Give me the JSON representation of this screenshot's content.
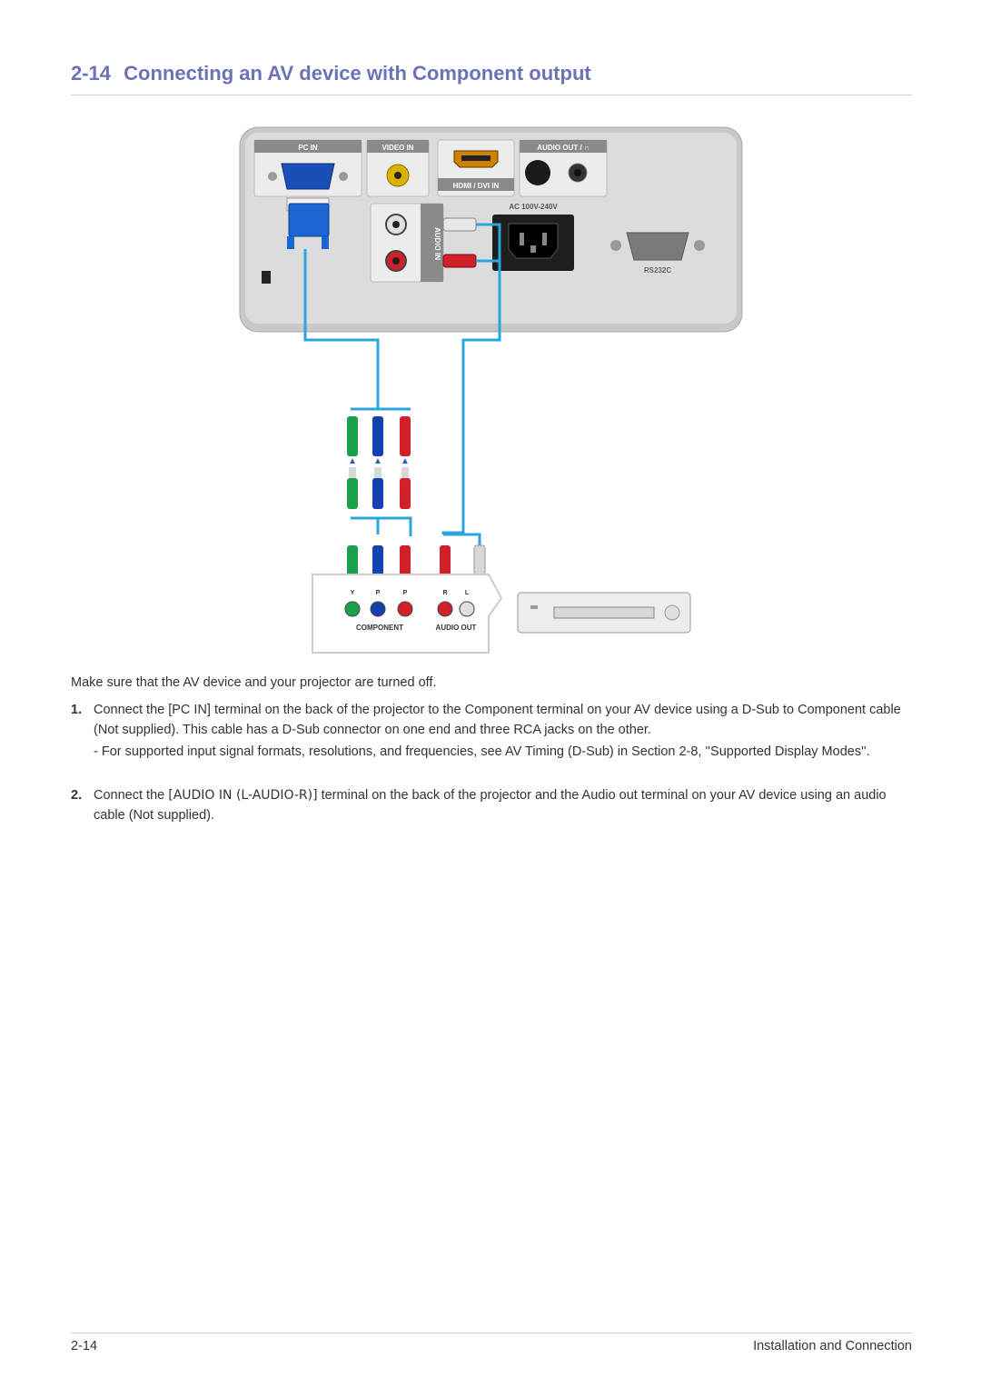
{
  "header": {
    "number": "2-14",
    "title": "Connecting an AV device with Component output"
  },
  "diagram": {
    "labels": {
      "pc_in": "PC IN",
      "video_in": "VIDEO IN",
      "hdmi_dvi_in": "HDMI / DVI IN",
      "audio_out": "AUDIO OUT / ∩",
      "audio_in": "AUDIO IN",
      "power": "AC 100V-240V",
      "rs232c": "RS232C",
      "component": "COMPONENT",
      "av_audio_out": "AUDIO OUT",
      "jack_y": "Y",
      "jack_pb": "P",
      "jack_pr": "P",
      "jack_r": "R",
      "jack_l": "L"
    },
    "colors": {
      "cable": "#2aa6dc",
      "green": "#1aa04a",
      "blue": "#1540b0",
      "red": "#d0202a",
      "white": "#d8d8d8",
      "panel": "#c9c9c9"
    }
  },
  "intro": "Make sure that the AV device and your projector are turned off.",
  "steps": [
    {
      "num": "1.",
      "text": "Connect the [PC IN] terminal on the back of the projector to the Component terminal on your AV device using a D-Sub to Component cable (Not supplied). This cable has a D-Sub connector on one end and three RCA jacks on the other.",
      "note": "- For supported input signal formats, resolutions, and frequencies, see AV Timing (D-Sub) in Section 2-8, ''Supported Display Modes''."
    },
    {
      "num": "2.",
      "pre": "Connect the ",
      "code": "[AUDIO IN (L-AUDIO-R)]",
      "post": " terminal on the back of the projector and the Audio out terminal on your AV device using an audio cable (Not supplied)."
    }
  ],
  "footer": {
    "page": "2-14",
    "section": "Installation and Connection"
  }
}
